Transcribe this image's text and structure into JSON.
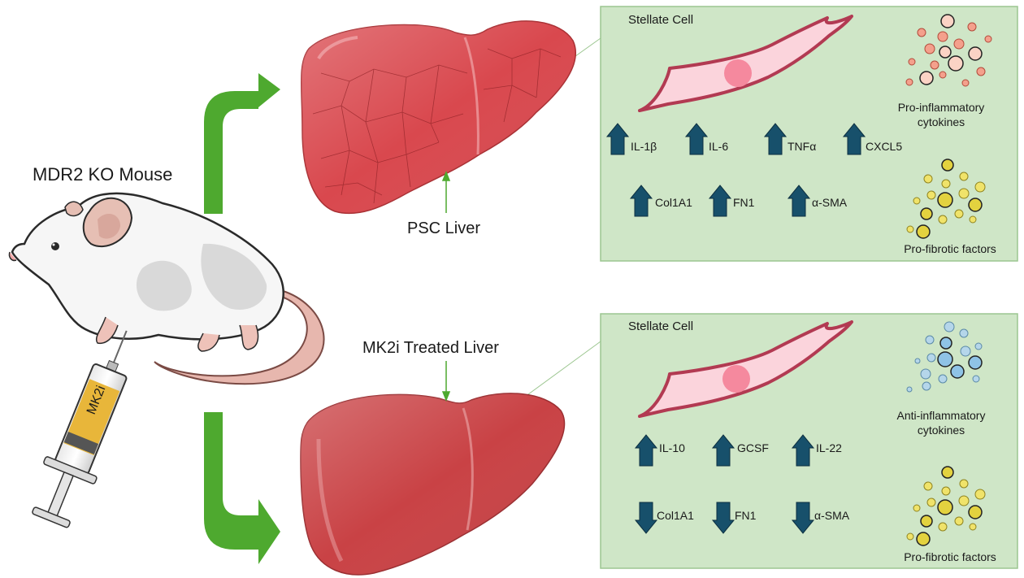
{
  "colors": {
    "panel_fill": "#cfe6c7",
    "panel_border": "#9cc690",
    "flow_arrow": "#4ea92f",
    "marker_arrow": "#17506b",
    "psc_liver": "#d9484e",
    "treated_liver": "#c94245",
    "cell_fill": "#fbd4dc",
    "cell_outline": "#b23a52",
    "nucleus": "#f5899e",
    "pro_inflammatory_dot": "#f4a08c",
    "anti_inflammatory_dot": "#8fc3e6",
    "fibrotic_dot": "#e3d23f"
  },
  "icons": [
    "mouse-illustration",
    "syringe-icon",
    "liver-illustration",
    "stellate-cell-shape",
    "arrow-up-icon",
    "arrow-down-icon",
    "cytokine-cluster-icon"
  ],
  "labels": {
    "mouse": "MDR2 KO Mouse",
    "syringe": "MK2i",
    "psc_liver": "PSC Liver",
    "treated_liver": "MK2i Treated Liver"
  },
  "top_panel": {
    "title": "Stellate Cell",
    "markers_row1": [
      {
        "label": "IL-1β",
        "direction": "up"
      },
      {
        "label": "IL-6",
        "direction": "up"
      },
      {
        "label": "TNFα",
        "direction": "up"
      },
      {
        "label": "CXCL5",
        "direction": "up"
      }
    ],
    "markers_row2": [
      {
        "label": "Col1A1",
        "direction": "up"
      },
      {
        "label": "FN1",
        "direction": "up"
      },
      {
        "label": "α-SMA",
        "direction": "up"
      }
    ],
    "cluster1_caption_line1": "Pro-inflammatory",
    "cluster1_caption_line2": "cytokines",
    "cluster2_caption": "Pro-fibrotic factors"
  },
  "bottom_panel": {
    "title": "Stellate Cell",
    "markers_row1": [
      {
        "label": "IL-10",
        "direction": "up"
      },
      {
        "label": "GCSF",
        "direction": "up"
      },
      {
        "label": "IL-22",
        "direction": "up"
      }
    ],
    "markers_row2": [
      {
        "label": "Col1A1",
        "direction": "down"
      },
      {
        "label": "FN1",
        "direction": "down"
      },
      {
        "label": "α-SMA",
        "direction": "down"
      }
    ],
    "cluster1_caption_line1": "Anti-inflammatory",
    "cluster1_caption_line2": "cytokines",
    "cluster2_caption": "Pro-fibrotic factors"
  }
}
